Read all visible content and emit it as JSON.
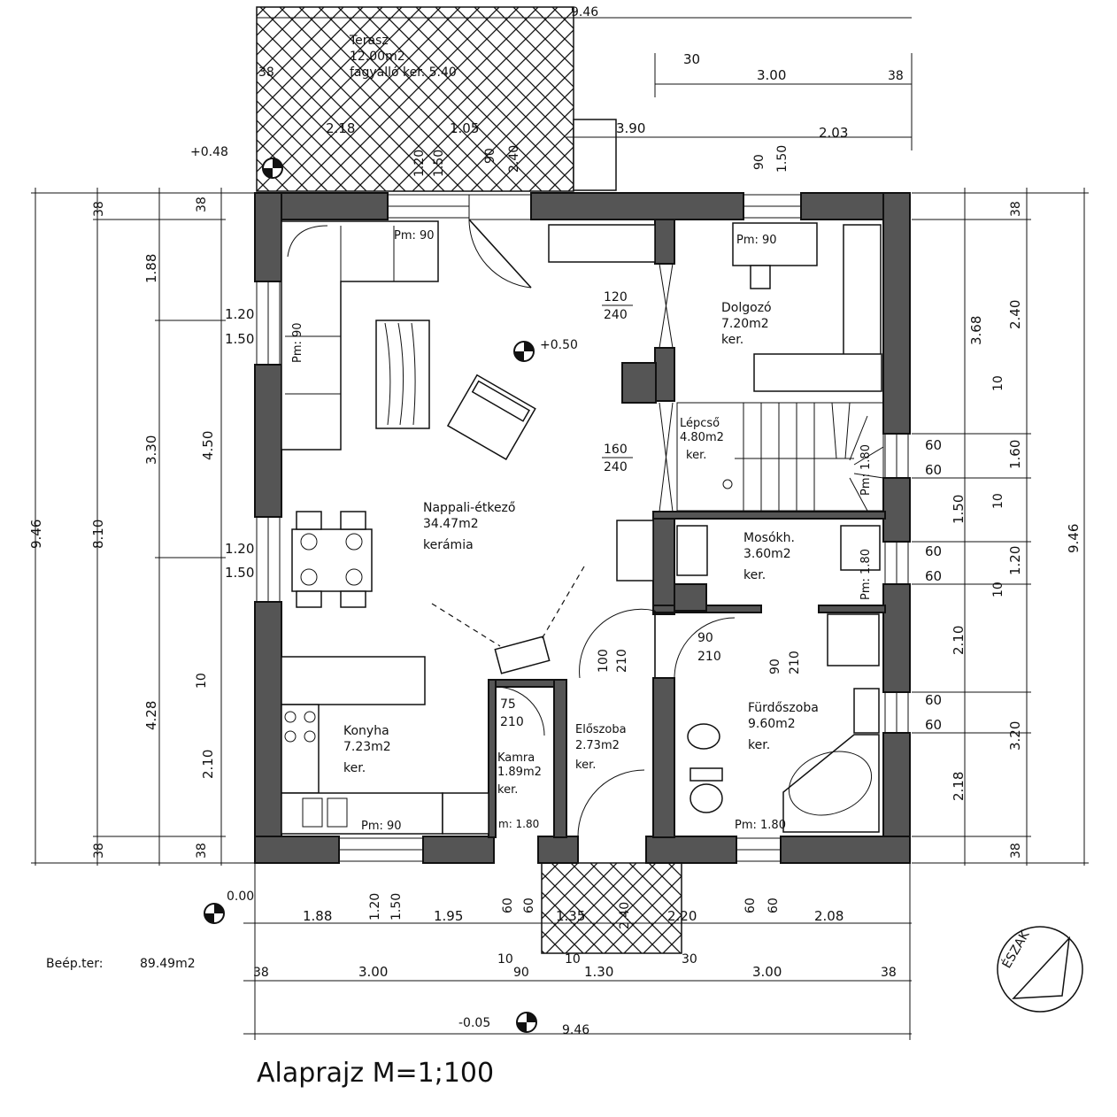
{
  "title": "Alaprajz M=1;100",
  "built_area": {
    "label": "Beép.ter:",
    "value": "89.49m2"
  },
  "compass": "ÉSZAK",
  "levels": [
    "+0.48",
    "+0.50",
    "0.00",
    "-0.05"
  ],
  "rooms": {
    "terrace": {
      "name": "Terasz",
      "area": "12.00m2",
      "floor": "fagyálló ker. 5.40"
    },
    "living": {
      "name": "Nappali-étkező",
      "area": "34.47m2",
      "floor": "kerámia"
    },
    "study": {
      "name": "Dolgozó",
      "area": "7.20m2",
      "floor": "ker."
    },
    "stair": {
      "name": "Lépcső",
      "area": "4.80m2",
      "floor": "ker."
    },
    "laundry": {
      "name": "Mosókh.",
      "area": "3.60m2",
      "floor": "ker."
    },
    "bath": {
      "name": "Fürdőszoba",
      "area": "9.60m2",
      "floor": "ker."
    },
    "kitchen": {
      "name": "Konyha",
      "area": "7.23m2",
      "floor": "ker."
    },
    "pantry": {
      "name": "Kamra",
      "area": "1.89m2",
      "floor": "ker."
    },
    "hall": {
      "name": "Előszoba",
      "area": "2.73m2",
      "floor": "ker."
    }
  },
  "marks": {
    "pm90": "Pm: 90",
    "pm180": "Pm: 1.80",
    "pm180b": "m: 1.80",
    "w120_240": [
      "120",
      "240"
    ],
    "w160_240": [
      "160",
      "240"
    ],
    "d100_210": [
      "100",
      "210"
    ],
    "d90_210": [
      "90",
      "210"
    ],
    "d75_210": [
      "75",
      "210"
    ]
  },
  "dims": {
    "top_total": "9.46",
    "top_row": [
      "30",
      "3.00",
      "38"
    ],
    "top_row2": [
      "3.90",
      "2.03"
    ],
    "top_38": "38",
    "terrace_row": [
      "2.18",
      "1.05"
    ],
    "terrace_v": [
      "1.20",
      "1.50",
      "90",
      "2.40"
    ],
    "study_v": [
      "90",
      "1.50"
    ],
    "left_outer": "9.46",
    "left_mid": "8.10",
    "left_a": [
      "38",
      "1.88",
      "3.30",
      "4.28",
      "38"
    ],
    "left_b": [
      "38",
      "1.20",
      "1.50",
      "4.50",
      "1.20",
      "1.50",
      "10",
      "2.10",
      "38"
    ],
    "right_outer": "9.46",
    "right_a": [
      "38",
      "3.68",
      "10",
      "1.60",
      "1.50",
      "10",
      "1.20",
      "10",
      "2.10",
      "3.20",
      "2.18",
      "38"
    ],
    "right_b": [
      "2.40",
      "60",
      "60",
      "60",
      "60",
      "60",
      "60"
    ],
    "bottom_row1": [
      "1.88",
      "1.20",
      "1.50",
      "1.95",
      "60",
      "60",
      "1.35",
      "2.40",
      "2.20",
      "60",
      "60",
      "2.08"
    ],
    "bottom_row2": [
      "38",
      "3.00",
      "10",
      "90",
      "10",
      "1.30",
      "30",
      "3.00",
      "38"
    ],
    "bottom_total": "9.46"
  }
}
